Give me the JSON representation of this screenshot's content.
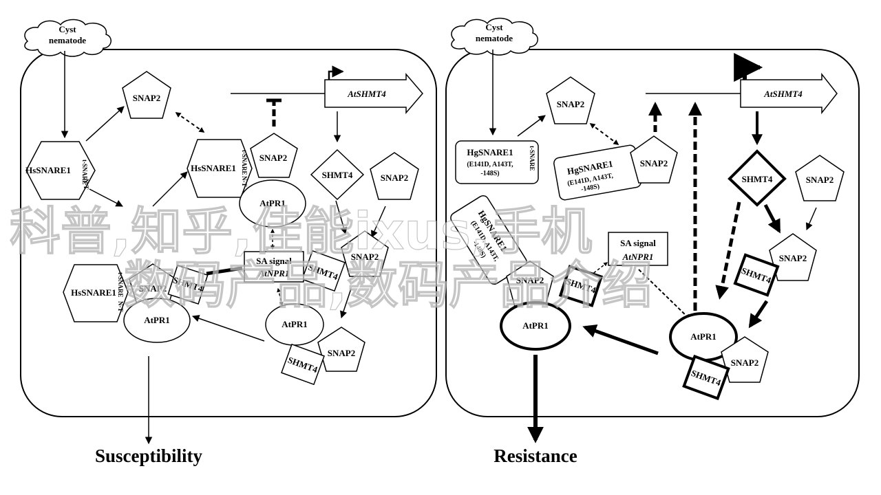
{
  "panels": [
    {
      "nematode_line1": "Cyst",
      "nematode_line2": "nematode",
      "gene": "AtSHMT4",
      "snare_name": "HsSNARE1",
      "snare_mut_line1": "",
      "snare_mut_line2": "",
      "domain_t": "t-SNARE",
      "domain_n": "N-T",
      "snap": "SNAP2",
      "shmt": "SHMT4",
      "atpr1": "AtPR1",
      "sa_line1": "SA signal",
      "sa_line2": "AtNPR1",
      "outcome": "Susceptibility"
    },
    {
      "nematode_line1": "Cyst",
      "nematode_line2": "nematode",
      "gene": "AtSHMT4",
      "snare_name": "HgSNARE1",
      "snare_mut_line1": "(E141D, A143T,",
      "snare_mut_line2": "-148S)",
      "domain_t": "t-SNARE",
      "domain_n": "",
      "snap": "SNAP2",
      "shmt": "SHMT4",
      "atpr1": "AtPR1",
      "sa_line1": "SA signal",
      "sa_line2": "AtNPR1",
      "outcome": "Resistance"
    }
  ],
  "watermark": {
    "line1": "科普,知乎,佳能ixus,手机",
    "line2": "数码产品,数码产品介绍"
  }
}
